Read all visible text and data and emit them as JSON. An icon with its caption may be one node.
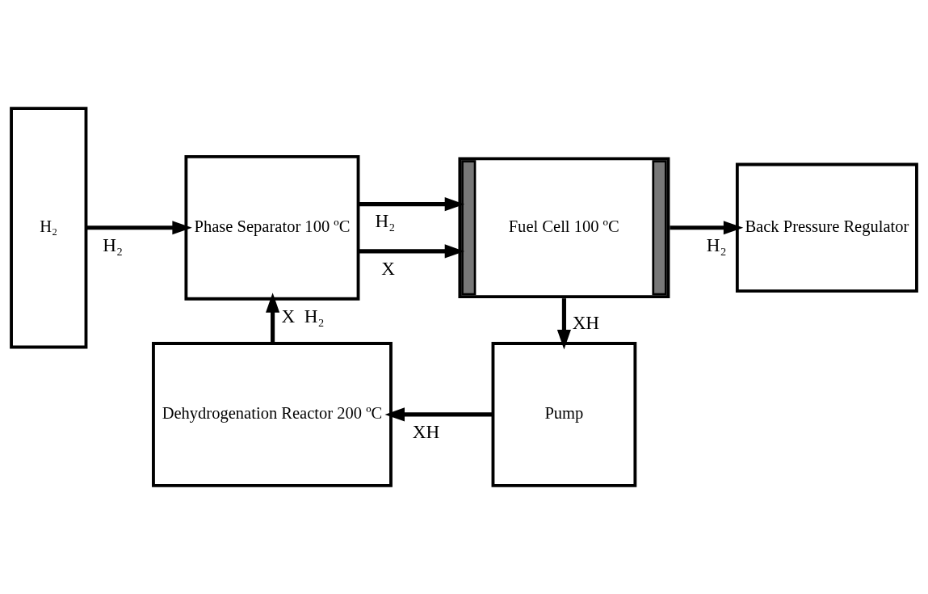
{
  "diagram": {
    "nodes": [
      {
        "text": [
          "H₂"
        ]
      },
      {
        "text": [
          "Phase Separator 100 ºC"
        ]
      },
      {
        "text": [
          "Fuel Cell 100 ºC"
        ]
      },
      {
        "text": [
          "Back Pressure Regulator"
        ]
      },
      {
        "text": [
          "Dehydrogenation Reactor 200 ºC"
        ]
      },
      {
        "text": [
          "Pump"
        ]
      }
    ],
    "edges": [
      {
        "from": 0,
        "to": 1,
        "arrow": "to",
        "label": "H₂"
      },
      {
        "from": 1,
        "to": 2,
        "arrow": "to",
        "label": "X"
      },
      {
        "from": 1,
        "to": 2,
        "arrow": "to",
        "label": "H₂"
      },
      {
        "from": 2,
        "to": 5,
        "arrow": "to",
        "label": "XH"
      },
      {
        "from": 2,
        "to": 3,
        "arrow": "to",
        "label": "H₂"
      },
      {
        "from": 5,
        "to": 4,
        "arrow": "to",
        "label": "XH"
      },
      {
        "from": 4,
        "to": 1,
        "arrow": "to",
        "label": "X  H₂"
      }
    ]
  }
}
